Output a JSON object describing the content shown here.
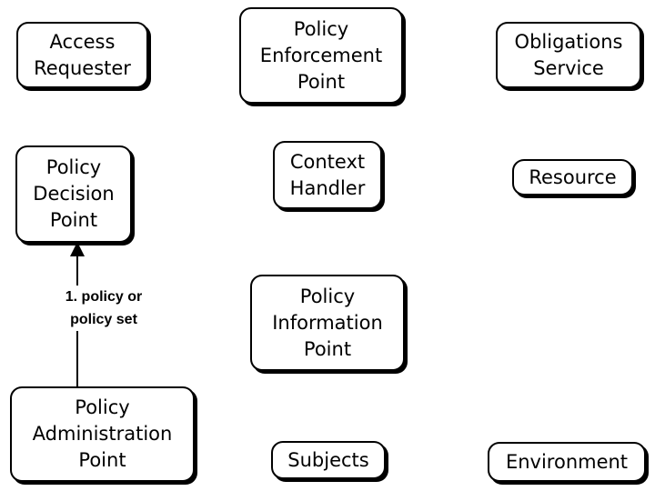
{
  "nodes": {
    "access_requester": "Access\nRequester",
    "policy_enforcement_point": "Policy\nEnforcement\nPoint",
    "obligations_service": "Obligations\nService",
    "policy_decision_point": "Policy\nDecision\nPoint",
    "context_handler": "Context\nHandler",
    "resource": "Resource",
    "policy_information_point": "Policy\nInformation\nPoint",
    "policy_administration_point": "Policy\nAdministration\nPoint",
    "subjects": "Subjects",
    "environment": "Environment"
  },
  "edges": [
    {
      "from": "policy_administration_point",
      "to": "policy_decision_point",
      "label": "1. policy or\npolicy set"
    }
  ]
}
